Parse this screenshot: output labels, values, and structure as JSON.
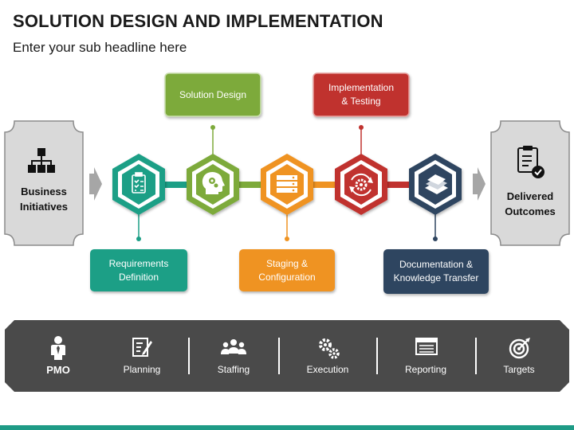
{
  "title": "SOLUTION DESIGN AND IMPLEMENTATION",
  "subtitle": "Enter your sub headline here",
  "inputs": {
    "left": "Business\nInitiatives",
    "right": "Delivered\nOutcomes"
  },
  "stages": [
    {
      "label": "Requirements\nDefinition",
      "color": "#1c9f86",
      "icon": "clipboard-checklist-icon",
      "position": "bottom"
    },
    {
      "label": "Solution Design",
      "color": "#7daa3b",
      "icon": "head-gears-icon",
      "position": "top"
    },
    {
      "label": "Staging &\nConfiguration",
      "color": "#ef9322",
      "icon": "server-stack-icon",
      "position": "bottom"
    },
    {
      "label": "Implementation\n& Testing",
      "color": "#c0322f",
      "icon": "gear-cycle-icon",
      "position": "top"
    },
    {
      "label": "Documentation &\nKnowledge Transfer",
      "color": "#2f4560",
      "icon": "documents-icon",
      "position": "bottom"
    }
  ],
  "bar": {
    "items": [
      {
        "label": "PMO",
        "icon": "person-icon"
      },
      {
        "label": "Planning",
        "icon": "planning-icon"
      },
      {
        "label": "Staffing",
        "icon": "team-icon"
      },
      {
        "label": "Execution",
        "icon": "gears-icon"
      },
      {
        "label": "Reporting",
        "icon": "report-icon"
      },
      {
        "label": "Targets",
        "icon": "target-icon"
      }
    ]
  },
  "colors": {
    "bar": "#4a4a4a",
    "side_panel": "#d9d9d9",
    "side_border": "#8c8c8c",
    "strip": "#1e9b86"
  }
}
